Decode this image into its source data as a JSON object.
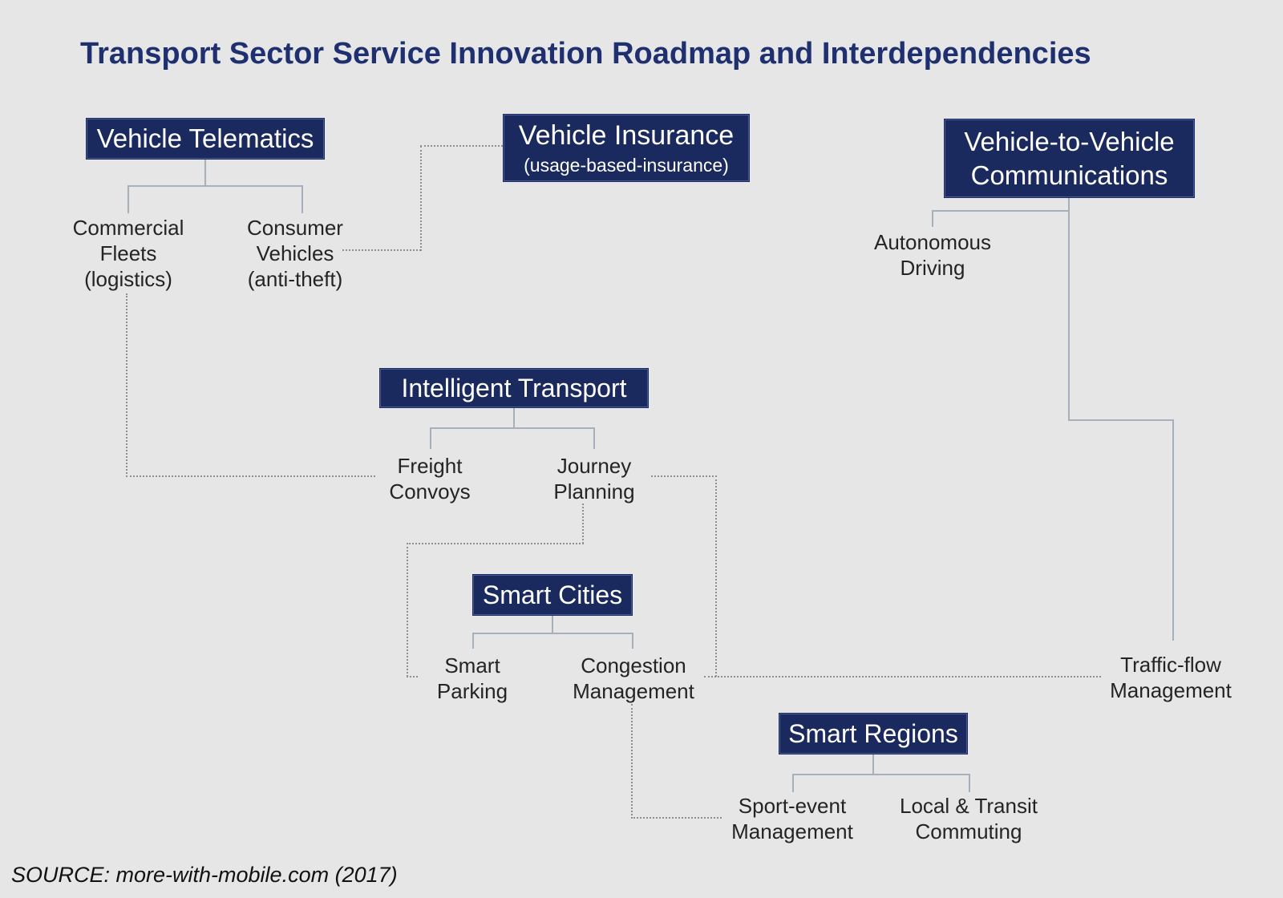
{
  "title": "Transport Sector Service Innovation Roadmap and Interdependencies",
  "source": "SOURCE: more-with-mobile.com (2017)",
  "colors": {
    "background": "#e6e6e6",
    "box_fill": "#1b2a5e",
    "box_text": "#ffffff",
    "title_text": "#1f3070",
    "solid_connector": "#a6b0bd",
    "dotted_dependency": "#8f8f8f",
    "leaf_text": "#242424"
  },
  "nodes": {
    "vehicle_telematics": {
      "label": "Vehicle Telematics",
      "children": {
        "commercial_fleets": {
          "label": "Commercial\nFleets\n(logistics)"
        },
        "consumer_vehicles": {
          "label": "Consumer\nVehicles\n(anti-theft)"
        }
      }
    },
    "vehicle_insurance": {
      "label": "Vehicle Insurance",
      "sublabel": "(usage-based-insurance)"
    },
    "v2v_communications": {
      "label": "Vehicle-to-Vehicle\nCommunications",
      "children": {
        "autonomous_driving": {
          "label": "Autonomous\nDriving"
        },
        "traffic_flow_management": {
          "label": "Traffic-flow\nManagement"
        }
      }
    },
    "intelligent_transport": {
      "label": "Intelligent Transport",
      "children": {
        "freight_convoys": {
          "label": "Freight\nConvoys"
        },
        "journey_planning": {
          "label": "Journey\nPlanning"
        }
      }
    },
    "smart_cities": {
      "label": "Smart Cities",
      "children": {
        "smart_parking": {
          "label": "Smart\nParking"
        },
        "congestion_management": {
          "label": "Congestion\nManagement"
        }
      }
    },
    "smart_regions": {
      "label": "Smart Regions",
      "children": {
        "sport_event_management": {
          "label": "Sport-event\nManagement"
        },
        "local_transit_commuting": {
          "label": "Local & Transit\nCommuting"
        }
      }
    }
  }
}
